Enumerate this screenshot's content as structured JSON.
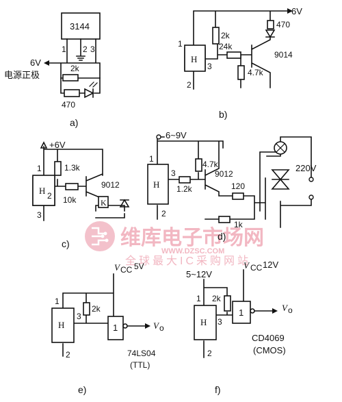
{
  "circuits": {
    "a": {
      "caption": "a)",
      "ic_label": "3144",
      "pins": [
        "1",
        "2",
        "3"
      ],
      "supply": "6V",
      "supply_note": "电源正极",
      "resistor_pullup": "2k",
      "resistor_led": "470"
    },
    "b": {
      "caption": "b)",
      "hall_label": "H",
      "supply": "6V",
      "pins": [
        "1",
        "2",
        "3"
      ],
      "r1": "2k",
      "r2": "24k",
      "r3": "4.7k",
      "r4": "470",
      "transistor": "9014"
    },
    "c": {
      "caption": "c)",
      "hall_label": "H",
      "supply": "+6V",
      "pins": [
        "1",
        "2",
        "3"
      ],
      "r1": "1.3k",
      "r2": "10k",
      "transistor": "9012",
      "relay_label": "K"
    },
    "d": {
      "caption": "d)",
      "hall_label": "H",
      "supply": "6~9V",
      "pins": [
        "1",
        "2",
        "3"
      ],
      "r1": "4.7k",
      "r2": "1.2k",
      "r3": "120",
      "r4": "1k",
      "transistor": "9012",
      "mains": "220V"
    },
    "e": {
      "caption": "e)",
      "hall_label": "H",
      "gate_label": "1",
      "pins": [
        "1",
        "2",
        "3"
      ],
      "supply_prefix": "V",
      "supply_sub": "CC",
      "supply_value": "5V",
      "r1": "2k",
      "output_prefix": "V",
      "output_sub": "o",
      "chip": "74LS04",
      "family": "(TTL)"
    },
    "f": {
      "caption": "f)",
      "hall_label": "H",
      "gate_label": "1",
      "pins": [
        "1",
        "2",
        "3"
      ],
      "supply_left": "5~12V",
      "supply_prefix": "V",
      "supply_sub": "CC",
      "supply_value": "12V",
      "r1": "2k",
      "output_prefix": "V",
      "output_sub": "o",
      "chip": "CD4069",
      "family": "(CMOS)"
    }
  },
  "watermark": {
    "brand": "维库电子市场网",
    "url": "WWW.DZSC.COM",
    "slogan": "全球最大IC采购网站"
  },
  "colors": {
    "ink": "#111111",
    "watermark": "#f2b7c2"
  }
}
